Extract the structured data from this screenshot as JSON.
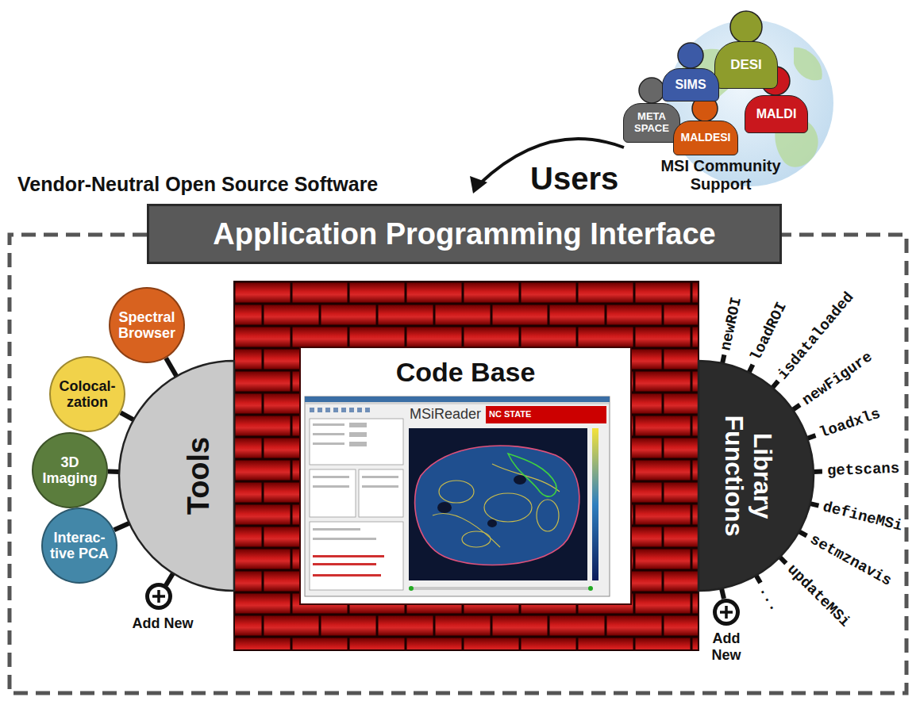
{
  "diagram": {
    "title": "Vendor-Neutral Open Source Software",
    "nodes": [
      {
        "text": [
          "DESI"
        ]
      },
      {
        "text": [
          "SIMS"
        ]
      },
      {
        "text": [
          "MALDI"
        ]
      },
      {
        "text": [
          "META SPACE"
        ]
      },
      {
        "text": [
          "MALDESI"
        ]
      },
      {
        "text": [
          "Application Programming Interface"
        ]
      },
      {
        "text": [
          "Spectral Browser"
        ]
      },
      {
        "text": [
          "Colocal- zation"
        ]
      },
      {
        "text": [
          "3D Imaging"
        ]
      },
      {
        "text": [
          "Interac- tive PCA"
        ]
      },
      {
        "text": [
          "Tools"
        ]
      },
      {
        "text": [
          "Code Base"
        ]
      },
      {
        "text": [
          "Library Functions"
        ]
      }
    ],
    "edges": [
      {
        "from": 6,
        "to": 10,
        "arrow": "none"
      },
      {
        "from": 7,
        "to": 10,
        "arrow": "none"
      },
      {
        "from": 8,
        "to": 10,
        "arrow": "none"
      },
      {
        "from": 9,
        "to": 10,
        "arrow": "none"
      }
    ],
    "labels": [
      "Users",
      "MSI Community Support",
      "MSiReader",
      "NC STATE",
      "Add New",
      "newROI",
      "loadROI",
      "isdataloaded",
      "newFigure",
      "loadxls",
      "getscans",
      "defineMSi",
      "setmznavis",
      "updateMSi",
      "...",
      "Add New"
    ]
  }
}
